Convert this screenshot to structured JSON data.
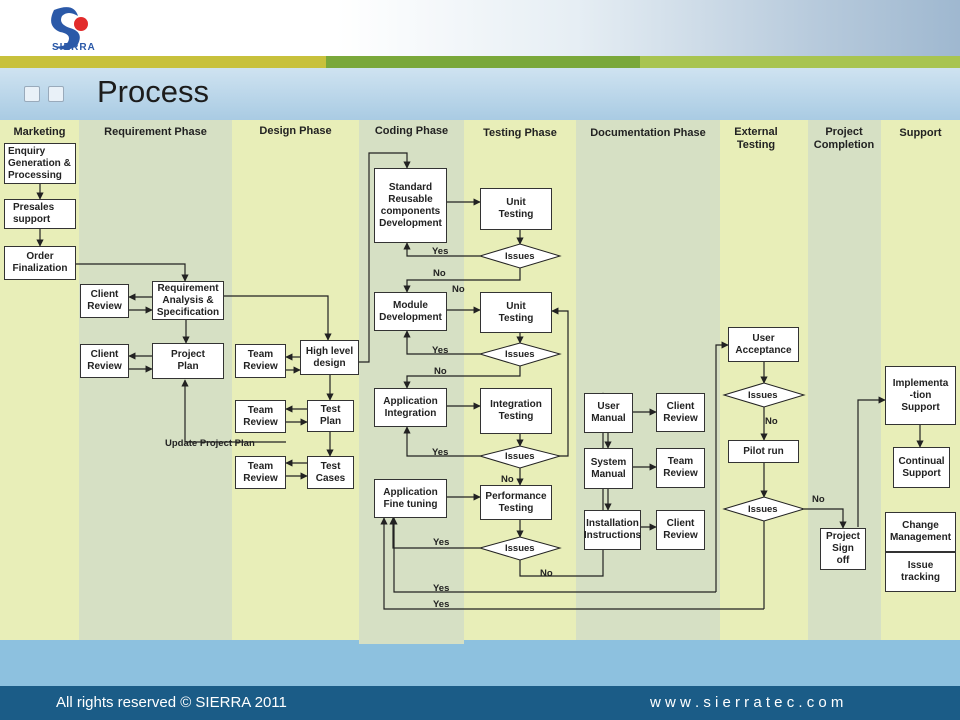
{
  "header": {
    "logo_text": "SIERRA",
    "title": "Process",
    "colors": {
      "olive": "#c8c13c",
      "green": "#7aa83a",
      "lane_light": "#e8eeb8",
      "lane_dark": "#d6e0c4",
      "footer": "#1b5c87"
    }
  },
  "lanes": [
    "Marketing",
    "Requirement Phase",
    "Design Phase",
    "Coding Phase",
    "Testing Phase",
    "Documentation Phase",
    "External\nTesting",
    "Project\nCompletion",
    "Support"
  ],
  "nodes": {
    "enquiry": "Enquiry\nGeneration &\nProcessing",
    "presales": "Presales\nsupport",
    "order": "Order\nFinalization",
    "client_review_1": "Client\nReview",
    "req_analysis": "Requirement\nAnalysis &\nSpecification",
    "client_review_2": "Client\nReview",
    "project_plan": "Project\nPlan",
    "team_review_1": "Team\nReview",
    "high_level": "High level\ndesign",
    "team_review_2": "Team\nReview",
    "test_plan": "Test\nPlan",
    "team_review_3": "Team\nReview",
    "test_cases": "Test\nCases",
    "standard": "Standard\nReusable\ncomponents\nDevelopment",
    "module": "Module\nDevelopment",
    "app_integration": "Application\nIntegration",
    "app_fine": "Application\nFine tuning",
    "unit_testing_1": "Unit\nTesting",
    "unit_testing_2": "Unit\nTesting",
    "integration_testing": "Integration\nTesting",
    "performance_testing": "Performance\nTesting",
    "issues": "Issues",
    "user_manual": "User\nManual",
    "client_review_3": "Client\nReview",
    "system_manual": "System\nManual",
    "team_review_4": "Team\nReview",
    "installation": "Installation\nInstructions",
    "client_review_4": "Client\nReview",
    "user_acceptance": "User\nAcceptance",
    "pilot_run": "Pilot run",
    "project_signoff": "Project\nSign\noff",
    "implementation": "Implementa\n-tion\nSupport",
    "continual": "Continual\nSupport",
    "change": "Change\nManagement",
    "issue_tracking": "Issue\ntracking"
  },
  "labels": {
    "yes": "Yes",
    "no": "No",
    "update_plan": "Update Project Plan"
  },
  "footer": {
    "rights": "All rights reserved © SIERRA  2011",
    "website": "w w w . s i e r r a t e c . c o m"
  }
}
